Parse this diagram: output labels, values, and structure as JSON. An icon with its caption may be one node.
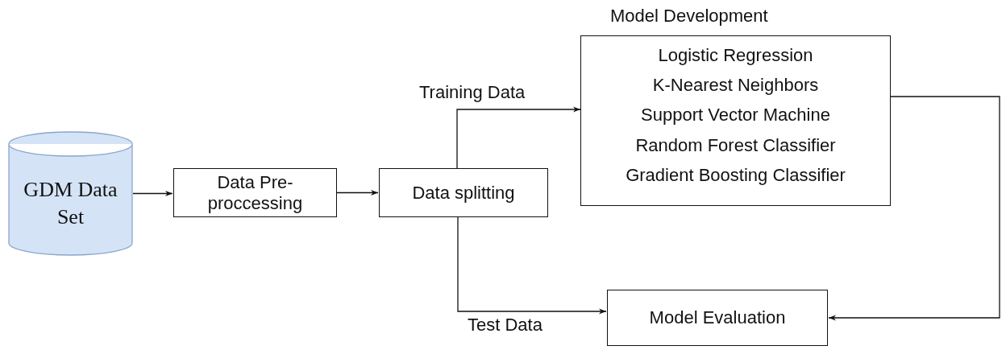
{
  "diagram": {
    "nodes": [
      {
        "text": [
          "GDM Data Set"
        ]
      },
      {
        "text": [
          "Data Pre- proccessing"
        ]
      },
      {
        "text": [
          "Data splitting"
        ]
      },
      {
        "text": [
          "Model Development",
          "Logistic Regression",
          "K-Nearest Neighbors",
          "Support Vector Machine",
          "Random Forest Classifier",
          "Gradient Boosting Classifier"
        ]
      },
      {
        "text": [
          "Model Evaluation"
        ]
      }
    ],
    "edges": [
      {
        "from": 0,
        "to": 1,
        "arrow": "to"
      },
      {
        "from": 1,
        "to": 2,
        "arrow": "to"
      },
      {
        "from": 2,
        "to": 3,
        "arrow": "to",
        "label": "Training Data"
      },
      {
        "from": 2,
        "to": 4,
        "arrow": "to",
        "label": "Test Data"
      },
      {
        "from": 3,
        "to": 4,
        "arrow": "to"
      }
    ]
  }
}
